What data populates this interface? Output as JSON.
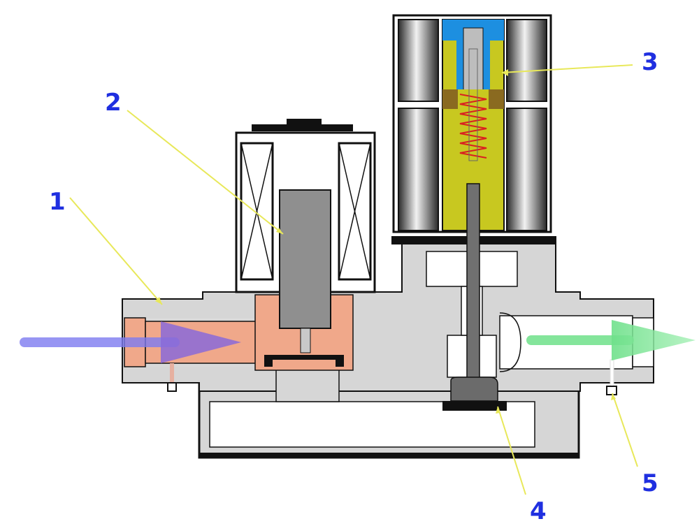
{
  "labels": [
    {
      "id": "inlet-body",
      "text": "1"
    },
    {
      "id": "solenoid-core",
      "text": "2"
    },
    {
      "id": "coil-spring",
      "text": "3"
    },
    {
      "id": "valve-seat",
      "text": "4"
    },
    {
      "id": "outlet-fitting",
      "text": "5"
    }
  ],
  "colors": {
    "body": "#d6d6d6",
    "outline": "#111111",
    "inlet_insert": "#f0a88a",
    "core": "#8f8f8f",
    "coil_cap": "#1d8fe0",
    "yellow_tube": "#c8c820",
    "brown_ring": "#8a6a20",
    "spring": "#d92020",
    "leader": "#e8e85a",
    "label": "#1f2fe0",
    "flow_in": "#8a7af0",
    "flow_out": "#6ee08a"
  },
  "icons": [
    "flow-in-arrow-icon",
    "flow-out-arrow-icon"
  ]
}
